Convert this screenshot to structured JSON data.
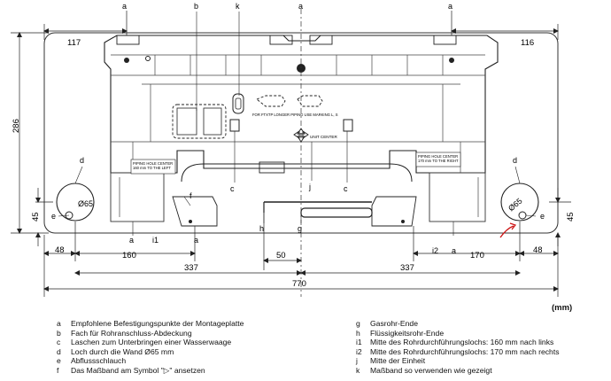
{
  "unit": "(mm)",
  "dimensions": {
    "left_margin": "117",
    "right_margin": "116",
    "height": "286",
    "hole_height_left": "45",
    "hole_height_right": "45",
    "left_edge_to_hole": "48",
    "right_edge_to_hole": "48",
    "i1_offset": "160",
    "i2_offset": "170",
    "half_left": "337",
    "half_right": "337",
    "center_gap": "50",
    "total_width": "770"
  },
  "hole_label": "Ø65",
  "plate_text": {
    "piping_center_left": "PIPING HOLE CENTER\n160 mm TO THE LEFT",
    "piping_center_right": "PIPING HOLE CENTER\n170 mm TO THE RIGHT",
    "long_piping": "FOR FTXTP LONGER PIPING USE MARKING L, S",
    "unit_center": "UNIT CENTER"
  },
  "callouts": {
    "a": "a",
    "b": "b",
    "c": "c",
    "d": "d",
    "e": "e",
    "f": "f",
    "g": "g",
    "h": "h",
    "i1": "i1",
    "i2": "i2",
    "j": "j",
    "k": "k"
  },
  "legend": {
    "left": [
      {
        "key": "a",
        "text": "Empfohlene Befestigungspunkte der Montageplatte"
      },
      {
        "key": "b",
        "text": "Fach für Rohranschluss-Abdeckung"
      },
      {
        "key": "c",
        "text": "Laschen zum Unterbringen einer Wasserwaage"
      },
      {
        "key": "d",
        "text": "Loch durch die Wand Ø65 mm"
      },
      {
        "key": "e",
        "text": "Abflussschlauch"
      },
      {
        "key": "f",
        "text": "Das Maßband am Symbol \"▷\" ansetzen"
      }
    ],
    "right": [
      {
        "key": "g",
        "text": "Gasrohr-Ende"
      },
      {
        "key": "h",
        "text": "Flüssigkeitsrohr-Ende"
      },
      {
        "key": "i1",
        "text": "Mitte des Rohrdurchführungslochs: 160 mm nach links"
      },
      {
        "key": "i2",
        "text": "Mitte des Rohrdurchführungslochs: 170 mm nach rechts"
      },
      {
        "key": "j",
        "text": "Mitte der Einheit"
      },
      {
        "key": "k",
        "text": "Maßband so verwenden wie gezeigt"
      }
    ]
  },
  "colors": {
    "line": "#222222",
    "annotation": "#cc1111"
  }
}
